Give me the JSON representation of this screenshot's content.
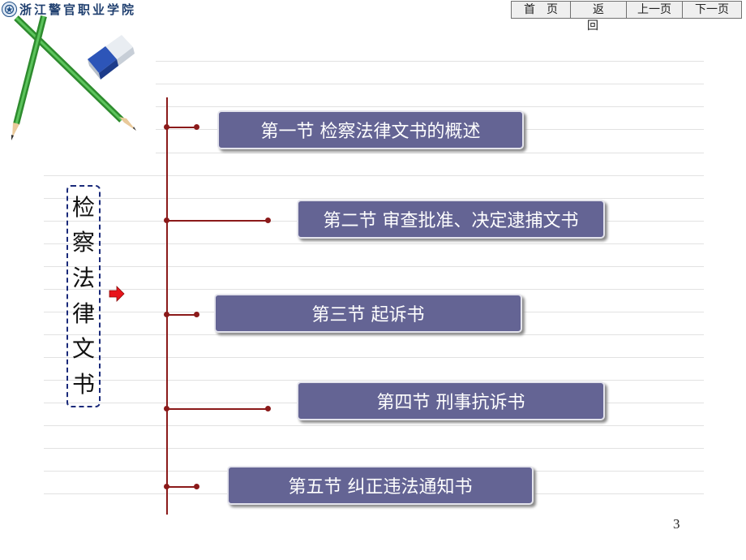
{
  "header": {
    "school_name": "浙江警官职业学院",
    "logo_icon": "police-college-emblem-icon"
  },
  "nav": {
    "home_label": "首页",
    "back_label": "返回",
    "prev_label": "上一页",
    "next_label": "下一页"
  },
  "title": {
    "chars": [
      "检",
      "察",
      "法",
      "律",
      "文",
      "书"
    ],
    "arrow_icon": "red-arrow-right-icon"
  },
  "sections": [
    {
      "label": "第一节 检察法律文书的概述"
    },
    {
      "label": "第二节 审查批准、决定逮捕文书"
    },
    {
      "label": "第三节  起诉书"
    },
    {
      "label": "第四节 刑事抗诉书"
    },
    {
      "label": "第五节 纠正违法通知书"
    }
  ],
  "decorations": [
    "green-pencil-icon",
    "green-pencil-icon",
    "eraser-icon"
  ],
  "colors": {
    "section_fill": "#646494",
    "tree_line": "#8b1a1a",
    "title_border": "#1a2a7a",
    "arrow": "#e8141b"
  },
  "page_number": "3"
}
